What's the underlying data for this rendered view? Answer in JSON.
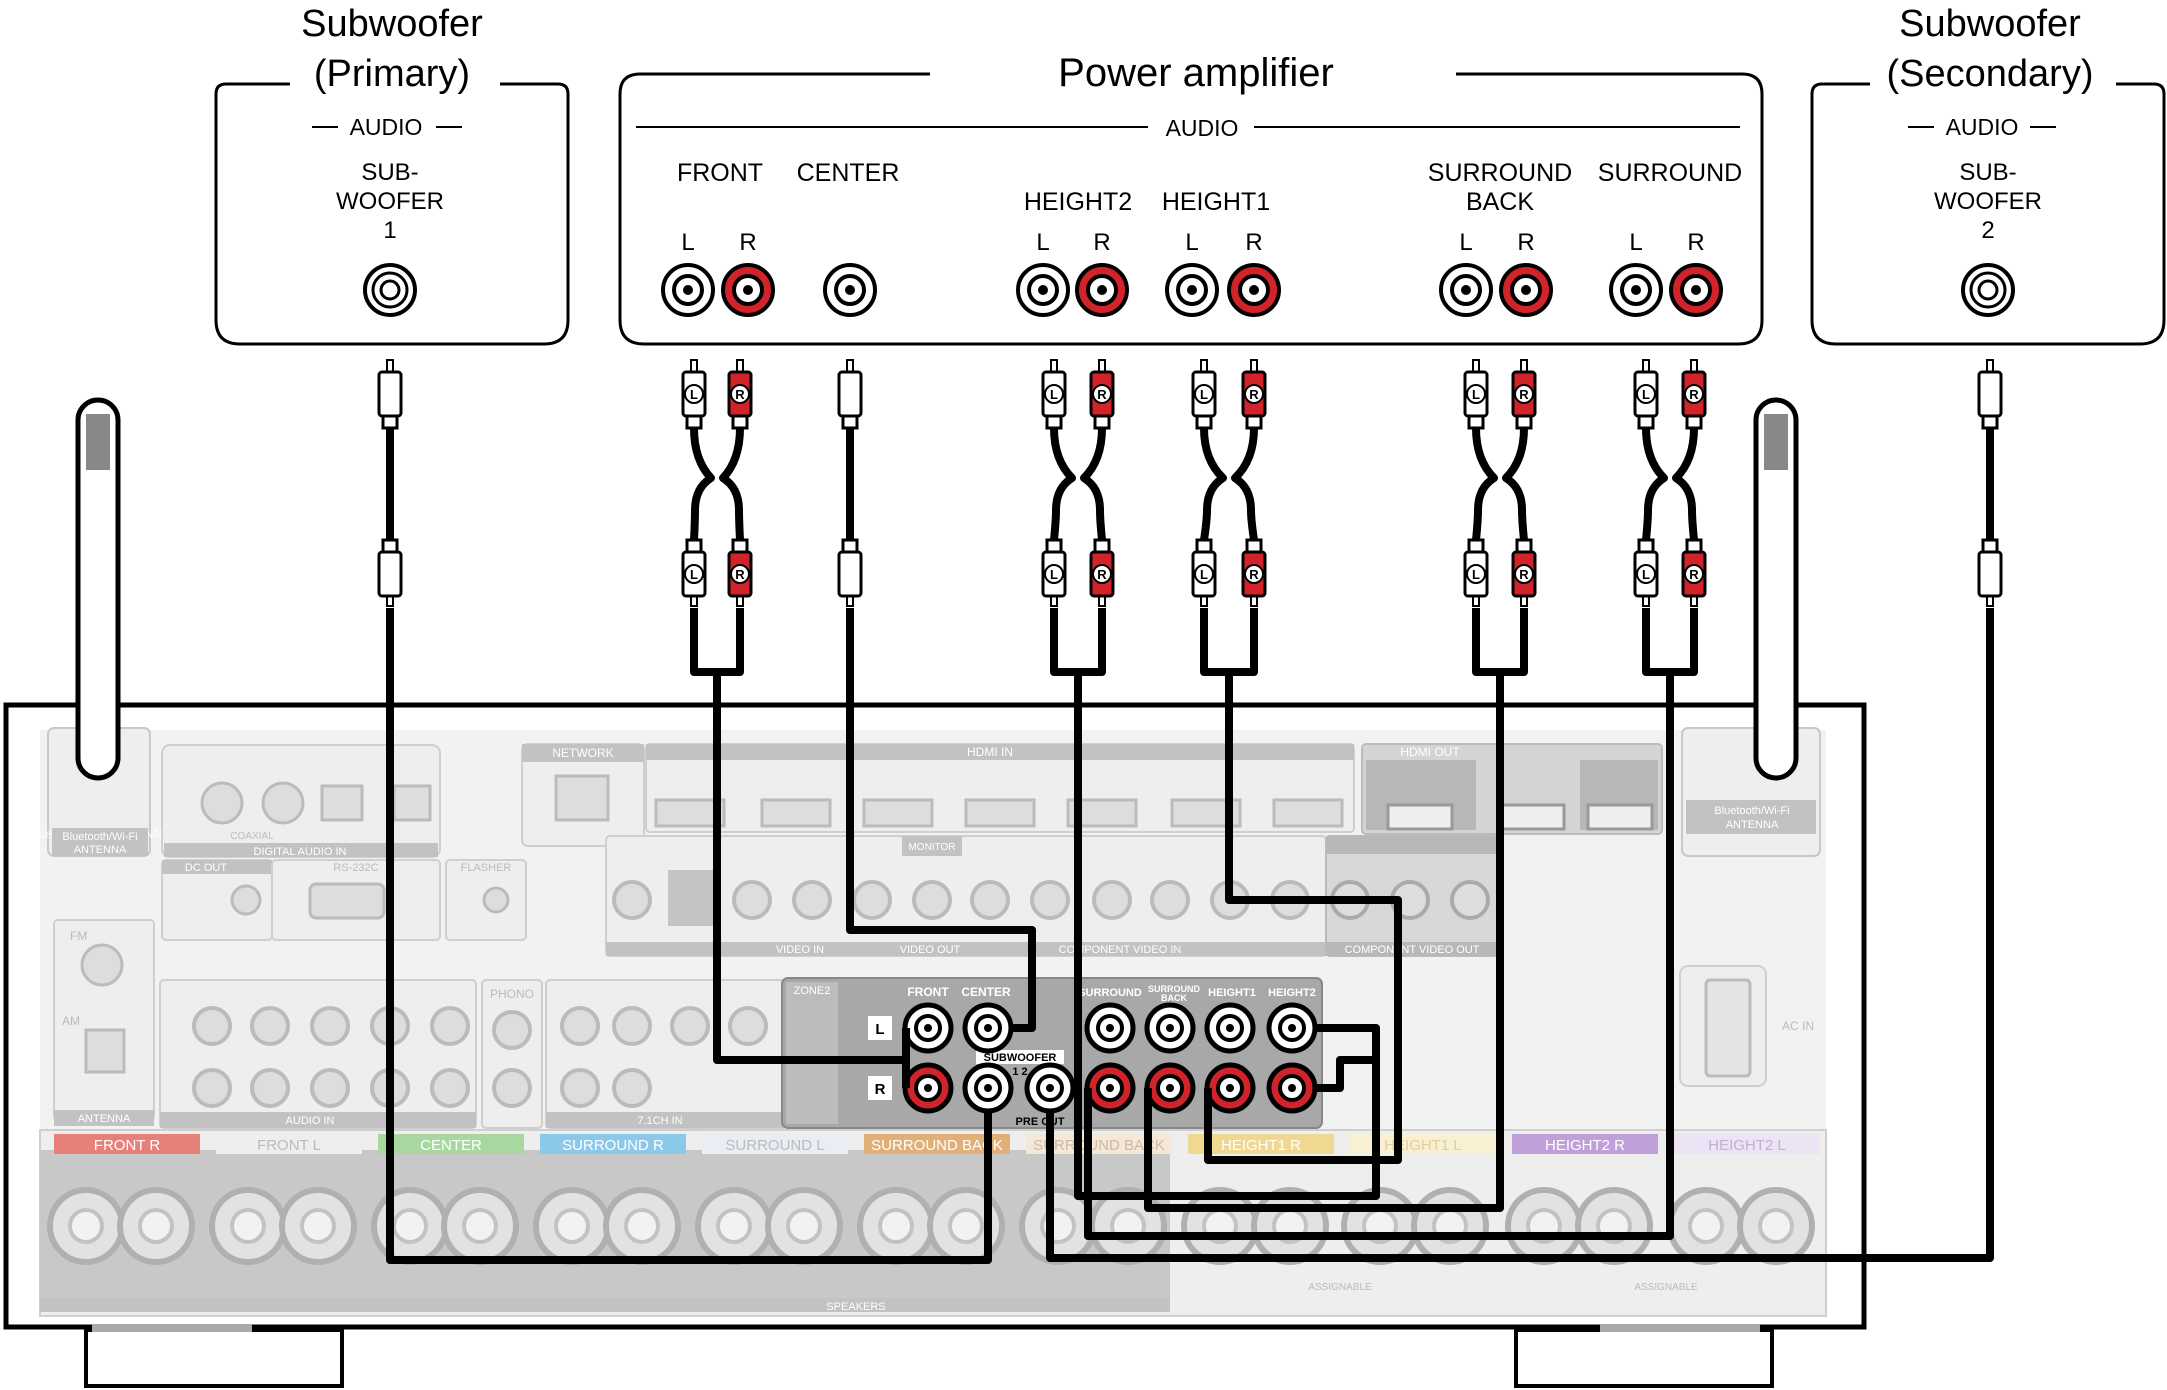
{
  "subwoofer_primary": {
    "title_line1": "Subwoofer",
    "title_line2": "(Primary)",
    "group": "AUDIO",
    "jack_label_1": "SUB-",
    "jack_label_2": "WOOFER",
    "jack_label_3": "1"
  },
  "power_amplifier": {
    "title": "Power amplifier",
    "group": "AUDIO",
    "channels": [
      {
        "name": "FRONT",
        "l": "L",
        "r": "R"
      },
      {
        "name": "CENTER"
      },
      {
        "name": "HEIGHT2",
        "l": "L",
        "r": "R"
      },
      {
        "name": "HEIGHT1",
        "l": "L",
        "r": "R"
      },
      {
        "name_line1": "SURROUND",
        "name_line2": "BACK",
        "l": "L",
        "r": "R"
      },
      {
        "name": "SURROUND",
        "l": "L",
        "r": "R"
      }
    ]
  },
  "subwoofer_secondary": {
    "title_line1": "Subwoofer",
    "title_line2": "(Secondary)",
    "group": "AUDIO",
    "jack_label_1": "SUB-",
    "jack_label_2": "WOOFER",
    "jack_label_3": "2"
  },
  "plug_marks": {
    "left": "L",
    "right": "R"
  },
  "receiver": {
    "antenna_left": "Bluetooth/Wi-Fi ANTENNA",
    "antenna_right": "Bluetooth/Wi-Fi ANTENNA",
    "network": "NETWORK",
    "hdmi_in": "HDMI IN",
    "hdmi_out": "HDMI OUT",
    "digital_audio_in": "DIGITAL AUDIO IN",
    "coaxial": "COAXIAL",
    "dc_out": "DC OUT",
    "rs232c": "RS-232C",
    "flasher": "FLASHER",
    "fm": "FM",
    "am": "AM",
    "antenna_bottom": "ANTENNA",
    "audio_in": "AUDIO IN",
    "phono": "PHONO",
    "video_in": "VIDEO IN",
    "video_out": "VIDEO OUT",
    "monitor": "MONITOR",
    "component_video_in": "COMPONENT VIDEO IN",
    "component_video_out": "COMPONENT VIDEO OUT",
    "ch71_in": "7.1CH IN",
    "zone2": "ZONE2",
    "ac_in": "AC IN",
    "pre_out": "PRE OUT",
    "pre_out_labels": {
      "front": "FRONT",
      "center": "CENTER",
      "surround": "SURROUND",
      "surround_back": "SURROUND BACK",
      "height1": "HEIGHT1",
      "height2": "HEIGHT2",
      "subwoofer": "SUBWOOFER",
      "sub_numbers": "1  2",
      "l": "L",
      "r": "R"
    },
    "speakers": "SPEAKERS",
    "assignable": "ASSIGNABLE",
    "speaker_terminals": [
      {
        "label": "FRONT R",
        "color": "#e8807a"
      },
      {
        "label": "FRONT L",
        "color": "#eeeeee"
      },
      {
        "label": "CENTER",
        "color": "#a8d8a0"
      },
      {
        "label": "SURROUND R",
        "color": "#8cc8e8"
      },
      {
        "label": "SURROUND L",
        "color": "#e8eef4"
      },
      {
        "label": "SURROUND BACK",
        "color": "#e0b078"
      },
      {
        "label": "SURROUND BACK",
        "color": "#f4e8d8"
      },
      {
        "label": "HEIGHT1 R",
        "color": "#f0d890"
      },
      {
        "label": "HEIGHT1 L",
        "color": "#f8f0d0"
      },
      {
        "label": "HEIGHT2 R",
        "color": "#c0a0d8"
      },
      {
        "label": "HEIGHT2 L",
        "color": "#ece4f4"
      }
    ]
  },
  "colors": {
    "cable": "#000000",
    "red_jack": "#d2232a",
    "panel_gray": "#b9b9b9",
    "preout_panel": "#a8a8a8"
  }
}
